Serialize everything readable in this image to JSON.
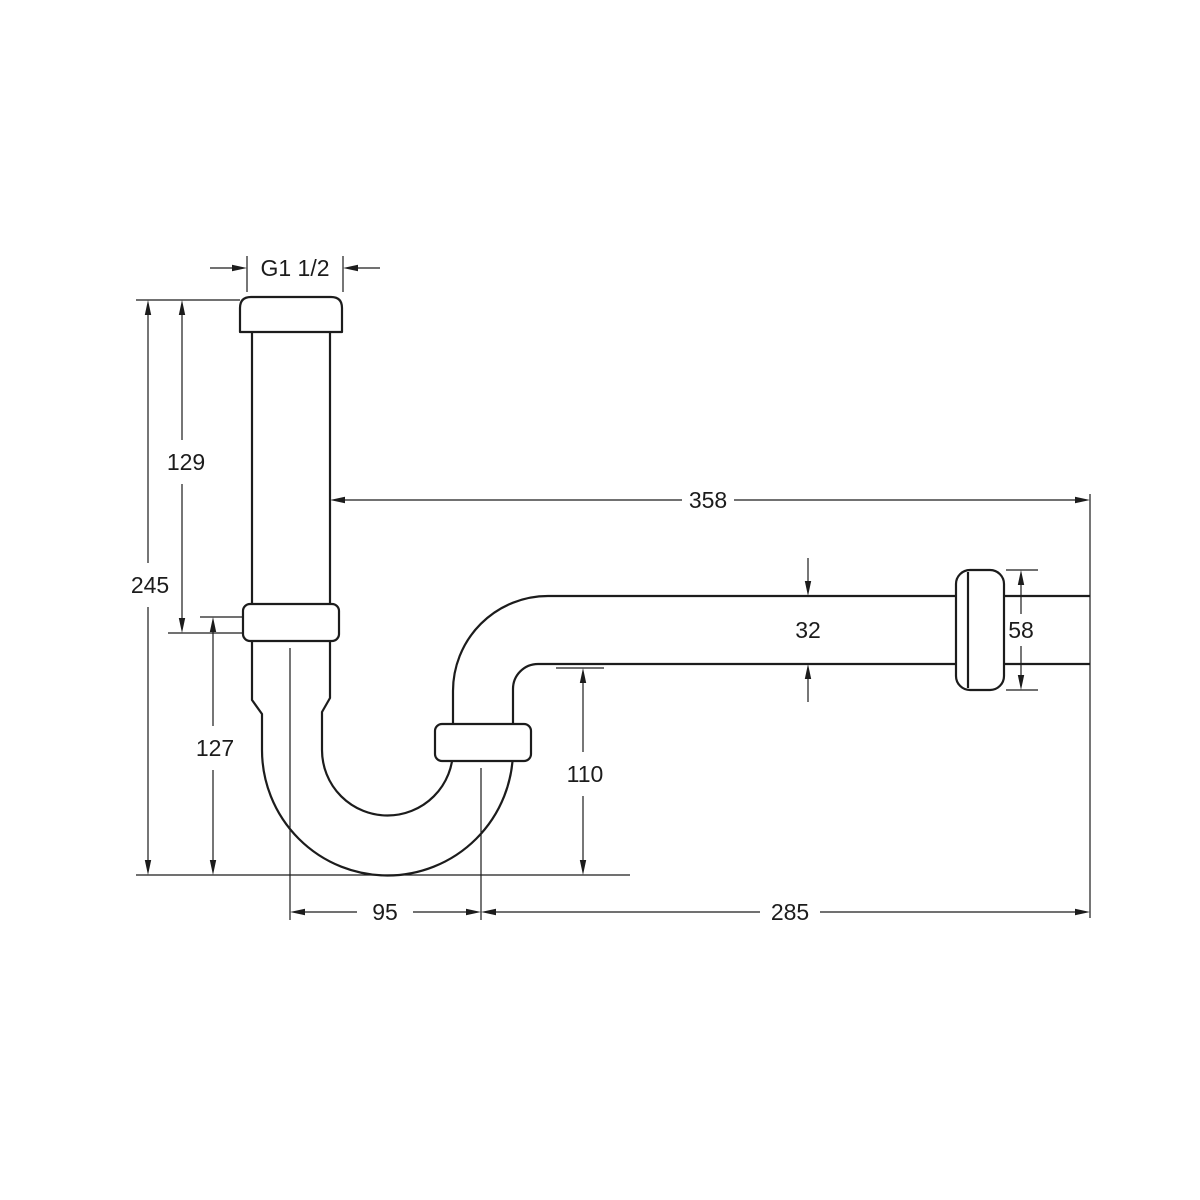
{
  "drawing": {
    "background": "#ffffff",
    "line_color": "#1c1c1c",
    "dimensions": {
      "thread": {
        "label": "G1 1/2"
      },
      "inlet_length": {
        "label": "129"
      },
      "total_height": {
        "label": "245"
      },
      "trap_depth": {
        "label": "127"
      },
      "total_width": {
        "label": "358"
      },
      "pipe_diameter": {
        "label": "32"
      },
      "flange_diameter": {
        "label": "58"
      },
      "outlet_clearance": {
        "label": "110"
      },
      "trap_width": {
        "label": "95"
      },
      "outlet_length": {
        "label": "285"
      }
    }
  }
}
